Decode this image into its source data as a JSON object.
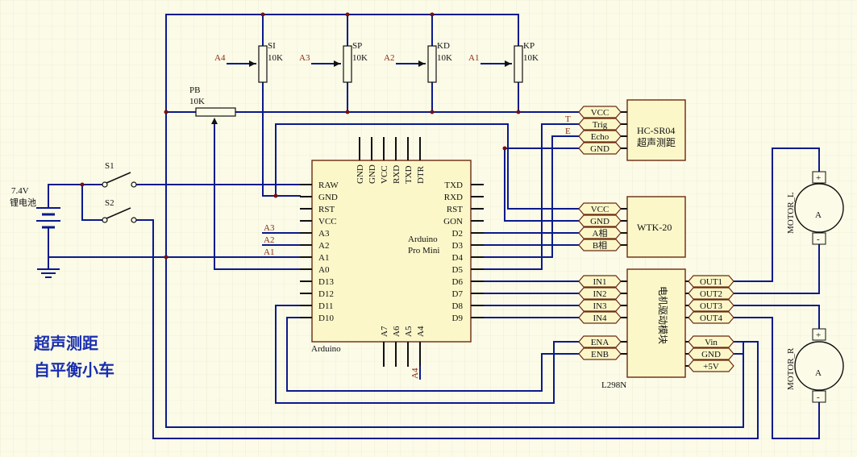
{
  "title": {
    "line1": "超声测距",
    "line2": "自平衡小车"
  },
  "battery": {
    "voltage": "7.4V",
    "name": "锂电池"
  },
  "switches": {
    "s1": "S1",
    "s2": "S2"
  },
  "pots": [
    {
      "name": "SI",
      "value": "10K",
      "net": "A4"
    },
    {
      "name": "SP",
      "value": "10K",
      "net": "A3"
    },
    {
      "name": "KD",
      "value": "10K",
      "net": "A2"
    },
    {
      "name": "KP",
      "value": "10K",
      "net": "A1"
    }
  ],
  "pb": {
    "name": "PB",
    "value": "10K"
  },
  "arduino": {
    "name": "Arduino",
    "model_line1": "Arduino",
    "model_line2": "Pro Mini",
    "left_pins": [
      "RAW",
      "GND",
      "RST",
      "VCC",
      "A3",
      "A2",
      "A1",
      "A0",
      "D13",
      "D12",
      "D11",
      "D10"
    ],
    "right_pins": [
      "TXD",
      "RXD",
      "RST",
      "GON",
      "D2",
      "D3",
      "D4",
      "D5",
      "D6",
      "D7",
      "D8",
      "D9"
    ],
    "top_pins": [
      "GND",
      "GND",
      "VCC",
      "RXD",
      "TXD",
      "DTR"
    ],
    "bottom_pins": [
      "A7",
      "A6",
      "A5",
      "A4"
    ],
    "left_nets": [
      "A3",
      "A2",
      "A1"
    ],
    "bottom_net": "A4"
  },
  "hcsr04": {
    "name": "HC-SR04",
    "subtitle": "超声测距",
    "pins": [
      "VCC",
      "Trig",
      "Echo",
      "GND"
    ],
    "trig_net": "T",
    "echo_net": "E"
  },
  "wtk": {
    "name": "WTK-20",
    "pins": [
      "VCC",
      "GND",
      "A相",
      "B相"
    ]
  },
  "l298n": {
    "name": "电机驱动模块",
    "part": "L298N",
    "inputs": [
      "IN1",
      "IN2",
      "IN3",
      "IN4"
    ],
    "enables": [
      "ENA",
      "ENB"
    ],
    "outputs": [
      "OUT1",
      "OUT2",
      "OUT3",
      "OUT4"
    ],
    "power": [
      "Vin",
      "GND",
      "+5V"
    ]
  },
  "motors": [
    {
      "name": "MOTOR_L",
      "symbol": "A",
      "plus": "+",
      "minus": "-"
    },
    {
      "name": "MOTOR_R",
      "symbol": "A",
      "plus": "+",
      "minus": "-"
    }
  ]
}
